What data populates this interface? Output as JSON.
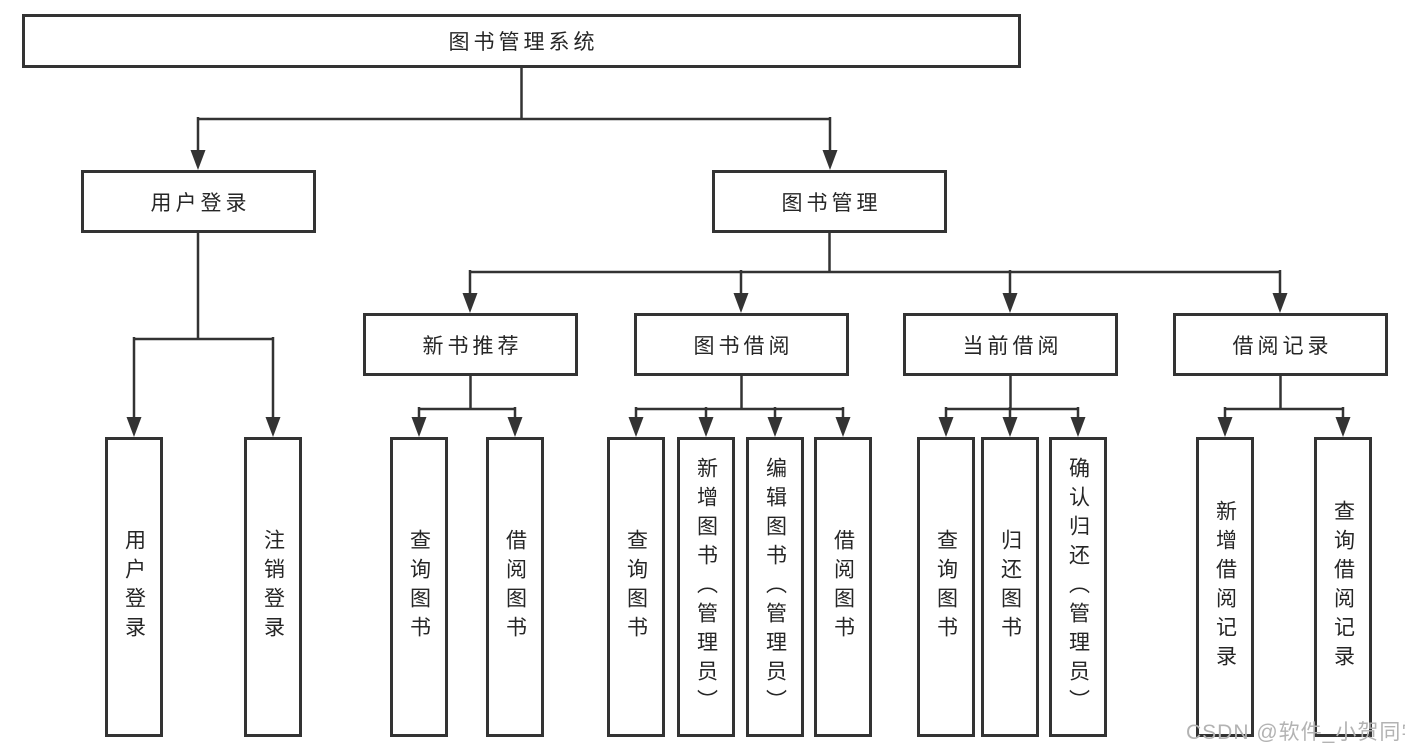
{
  "diagram": {
    "tree": {
      "label": "图书管理系统",
      "children": [
        {
          "label": "用户登录",
          "children": [
            {
              "label": "用户登录"
            },
            {
              "label": "注销登录"
            }
          ]
        },
        {
          "label": "图书管理",
          "children": [
            {
              "label": "新书推荐",
              "children": [
                {
                  "label": "查询图书"
                },
                {
                  "label": "借阅图书"
                }
              ]
            },
            {
              "label": "图书借阅",
              "children": [
                {
                  "label": "查询图书"
                },
                {
                  "label": "新增图书（管理员）"
                },
                {
                  "label": "编辑图书（管理员）"
                },
                {
                  "label": "借阅图书"
                }
              ]
            },
            {
              "label": "当前借阅",
              "children": [
                {
                  "label": "查询图书"
                },
                {
                  "label": "归还图书"
                },
                {
                  "label": "确认归还（管理员）"
                }
              ]
            },
            {
              "label": "借阅记录",
              "children": [
                {
                  "label": "新增借阅记录"
                },
                {
                  "label": "查询借阅记录"
                }
              ]
            }
          ]
        }
      ]
    },
    "colors": {
      "line": "#333333",
      "box_border": "#333333",
      "text": "#262626",
      "watermark": "#b3b3b3",
      "background": "#ffffff"
    }
  },
  "watermark": {
    "text": "CSDN @软件_小贺同学"
  }
}
